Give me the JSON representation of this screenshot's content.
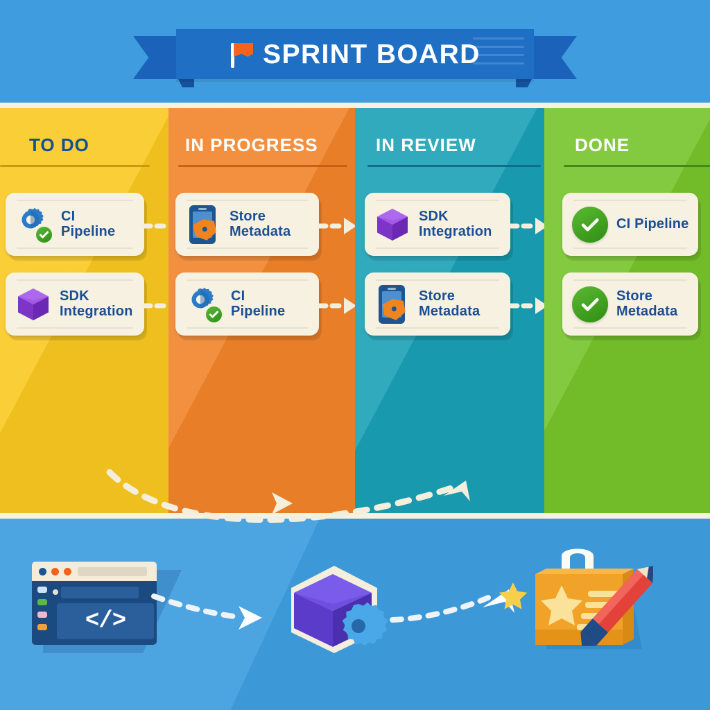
{
  "banner": {
    "title": "SPRINT BOARD",
    "flag_icon": "flag-icon",
    "ribbon_color": "#1f6fc4",
    "flag_color": "#f4641e"
  },
  "board": {
    "columns": [
      {
        "id": "todo",
        "title": "TO DO",
        "color": "#f9c81f",
        "title_color": "#12508f",
        "cards": [
          {
            "label": "CI Pipeline",
            "label_lines": [
              "CI",
              "Pipeline"
            ],
            "icon": "gear-check-icon"
          },
          {
            "label": "SDK Integration",
            "label_lines": [
              "SDK",
              "Integration"
            ],
            "icon": "cube-icon"
          }
        ]
      },
      {
        "id": "in-progress",
        "title": "IN PROGRESS",
        "color": "#f2842a",
        "title_color": "#ffffff",
        "cards": [
          {
            "label": "Store Metadata",
            "label_lines": [
              "Store",
              "Metadata"
            ],
            "icon": "phone-tag-icon"
          },
          {
            "label": "CI Pipeline",
            "label_lines": [
              "CI",
              "Pipeline"
            ],
            "icon": "gear-check-icon"
          }
        ]
      },
      {
        "id": "in-review",
        "title": "IN REVIEW",
        "color": "#19a0b5",
        "title_color": "#ffffff",
        "cards": [
          {
            "label": "SDK Integration",
            "label_lines": [
              "SDK",
              "Integration"
            ],
            "icon": "cube-icon"
          },
          {
            "label": "Store Metadata",
            "label_lines": [
              "Store",
              "Metadata"
            ],
            "icon": "phone-tag-icon"
          }
        ]
      },
      {
        "id": "done",
        "title": "DONE",
        "color": "#76c42a",
        "title_color": "#ffffff",
        "cards": [
          {
            "label": "CI Pipeline",
            "label_lines": [
              "CI Pipeline"
            ],
            "icon": "green-check-icon"
          },
          {
            "label": "Store Metadata",
            "label_lines": [
              "Store",
              "Metadata"
            ],
            "icon": "green-check-icon"
          }
        ]
      }
    ]
  },
  "footer": {
    "items": [
      {
        "name": "code-editor-icon",
        "code_glyph": "</>"
      },
      {
        "name": "cube-gear-icon"
      },
      {
        "name": "shopping-bag-pencil-icon"
      }
    ],
    "star_icon": "star-icon",
    "arrows": [
      "dashed-arrow-right",
      "dashed-arrow-right"
    ]
  },
  "colors": {
    "background": "#3f9ddf",
    "board_frame": "#f7f1e0",
    "card": "#f7f1e1",
    "card_text": "#1b4f93",
    "arrow": "#f4eedd",
    "check_green": "#3f9e18",
    "cube_purple": "#8a3fd6",
    "accent_orange": "#f0851f"
  }
}
